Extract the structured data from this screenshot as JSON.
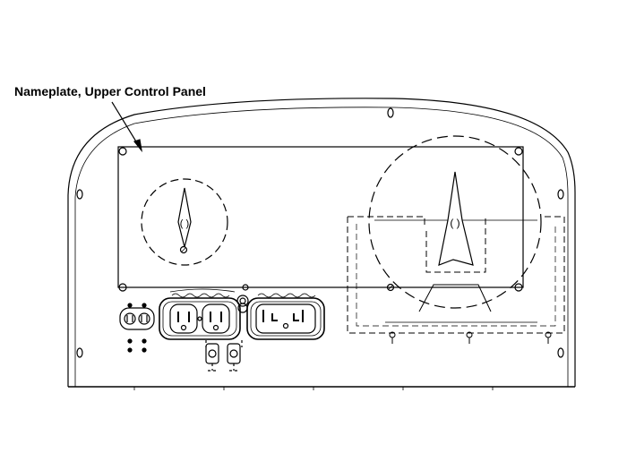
{
  "callout": {
    "label": "Nameplate, Upper Control Panel"
  },
  "colors": {
    "line": "#000000",
    "background": "#ffffff"
  },
  "parts": [
    "panel-outline",
    "nameplate",
    "small-dial",
    "large-dial",
    "duplex-outlet-120v",
    "twistlock-outlets",
    "outlet-240v",
    "ground-stud",
    "terminal-posts",
    "breaker-housing"
  ]
}
